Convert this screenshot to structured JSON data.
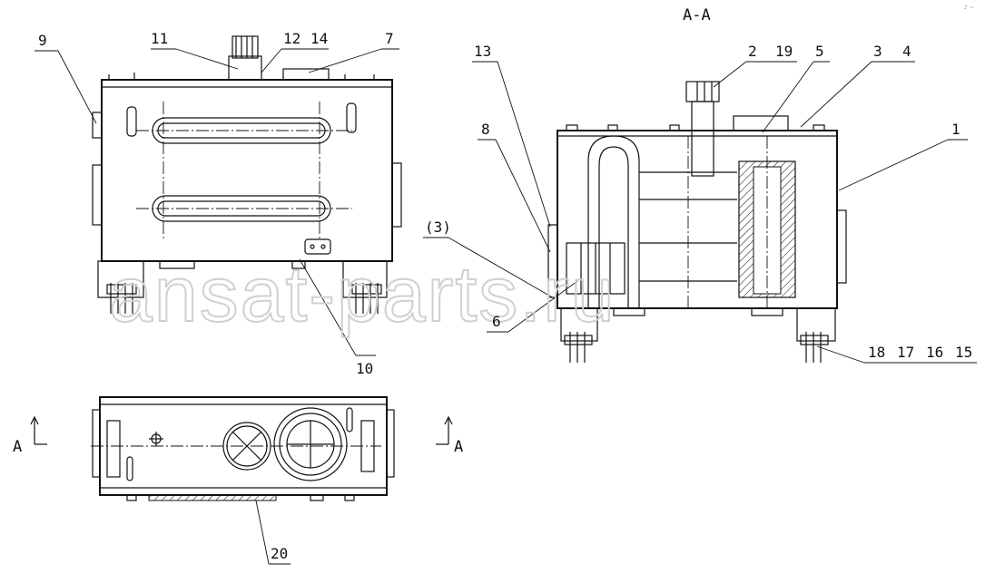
{
  "section_title": "A-A",
  "section_marks": {
    "left": "A",
    "right": "A"
  },
  "watermark": "ansat-parts.ru",
  "callouts": {
    "c1": "1",
    "c2": "2",
    "c19": "19",
    "c3": "3",
    "c4": "4",
    "c5": "5",
    "c6": "6",
    "c7": "7",
    "c8": "8",
    "c9": "9",
    "c10": "10",
    "c11": "11",
    "c12": "12",
    "c14": "14",
    "c13": "13",
    "c3p": "(3)",
    "c15": "15",
    "c16": "16",
    "c17": "17",
    "c18": "18",
    "c20": "20"
  }
}
